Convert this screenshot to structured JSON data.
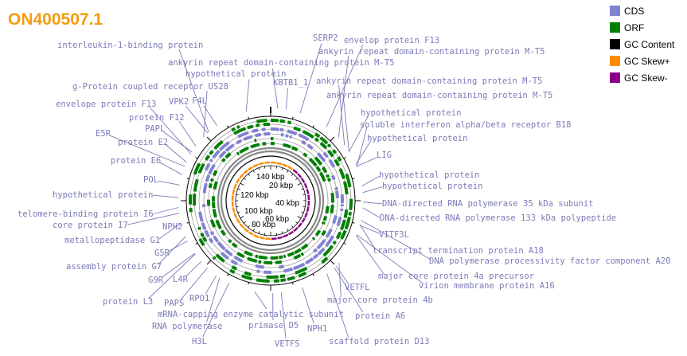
{
  "title": "ON400507.1",
  "legend": [
    {
      "label": "CDS",
      "color": "#8282d2"
    },
    {
      "label": "ORF",
      "color": "#008000"
    },
    {
      "label": "GC Content",
      "color": "#000000"
    },
    {
      "label": "GC Skew+",
      "color": "#ff8c00"
    },
    {
      "label": "GC Skew-",
      "color": "#8b008b"
    }
  ],
  "ticks": [
    "140 kbp",
    "20 kbp",
    "120 kbp",
    "40 kbp",
    "100 kbp",
    "60 kbp",
    "80 kbp"
  ],
  "features": [
    "interleukin-1-binding protein",
    "ankyrin repeat domain-containing protein M-T5",
    "hypothetical protein",
    "g-Protein coupled receptor US28",
    "envelope protein F13",
    "protein F12",
    "PAPL",
    "E5R",
    "protein E2",
    "protein E6",
    "POL",
    "hypothetical protein",
    "telomere-binding protein I6",
    "core protein I7",
    "NPH2",
    "metallopeptidase G1",
    "G5R",
    "assembly protein G7",
    "G9R",
    "L4R",
    "protein L3",
    "PAPS",
    "RPO1",
    "mRNA-capping enzyme catalytic subunit",
    "RNA polymerase",
    "H3L",
    "primase D5",
    "VETFS",
    "NPH1",
    "scaffold protein D13",
    "protein A6",
    "major core protein 4b",
    "VETFL",
    "virion membrane protein A16",
    "major core protein 4a precursor",
    "DNA polymerase processivity factor component A20",
    "transcript termination protein A18",
    "VITF3L",
    "DNA-directed RNA polymerase 133 kDa polypeptide",
    "DNA-directed RNA polymerase 35 kDa subunit",
    "hypothetical protein",
    "hypothetical protein",
    "LIG",
    "hypothetical protein",
    "soluble interferon alpha/beta receptor B18",
    "hypothetical protein",
    "ankyrin repeat domain-containing protein M-T5",
    "ankyrin repeat domain-containing protein M-T5",
    "ankyrin repeat domain-containing protein M-T5",
    "envelop protein F13",
    "SERP2",
    "KBTB1_1",
    "VPK2",
    "F4L"
  ]
}
